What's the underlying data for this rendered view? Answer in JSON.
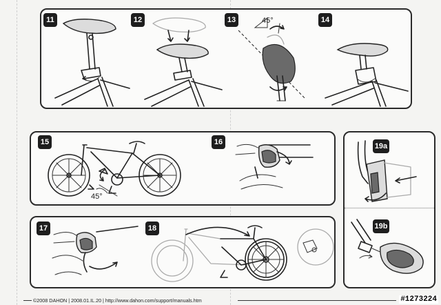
{
  "steps": {
    "s11": "11",
    "s12": "12",
    "s13": "13",
    "s14": "14",
    "s15": "15",
    "s16": "16",
    "s17": "17",
    "s18": "18",
    "s19a": "19a",
    "s19b": "19b"
  },
  "angles": {
    "seat_tilt": "45°",
    "pedal_angle": "45°"
  },
  "footer": {
    "text": "©2008 DAHON | 2008.01.IL.20 | http://www.dahon.com/support/manuals.htm"
  },
  "corner_code": "#1273224",
  "colors": {
    "ink": "#222222",
    "panel_border": "#2a2a2a",
    "paper": "#f4f4f2"
  }
}
